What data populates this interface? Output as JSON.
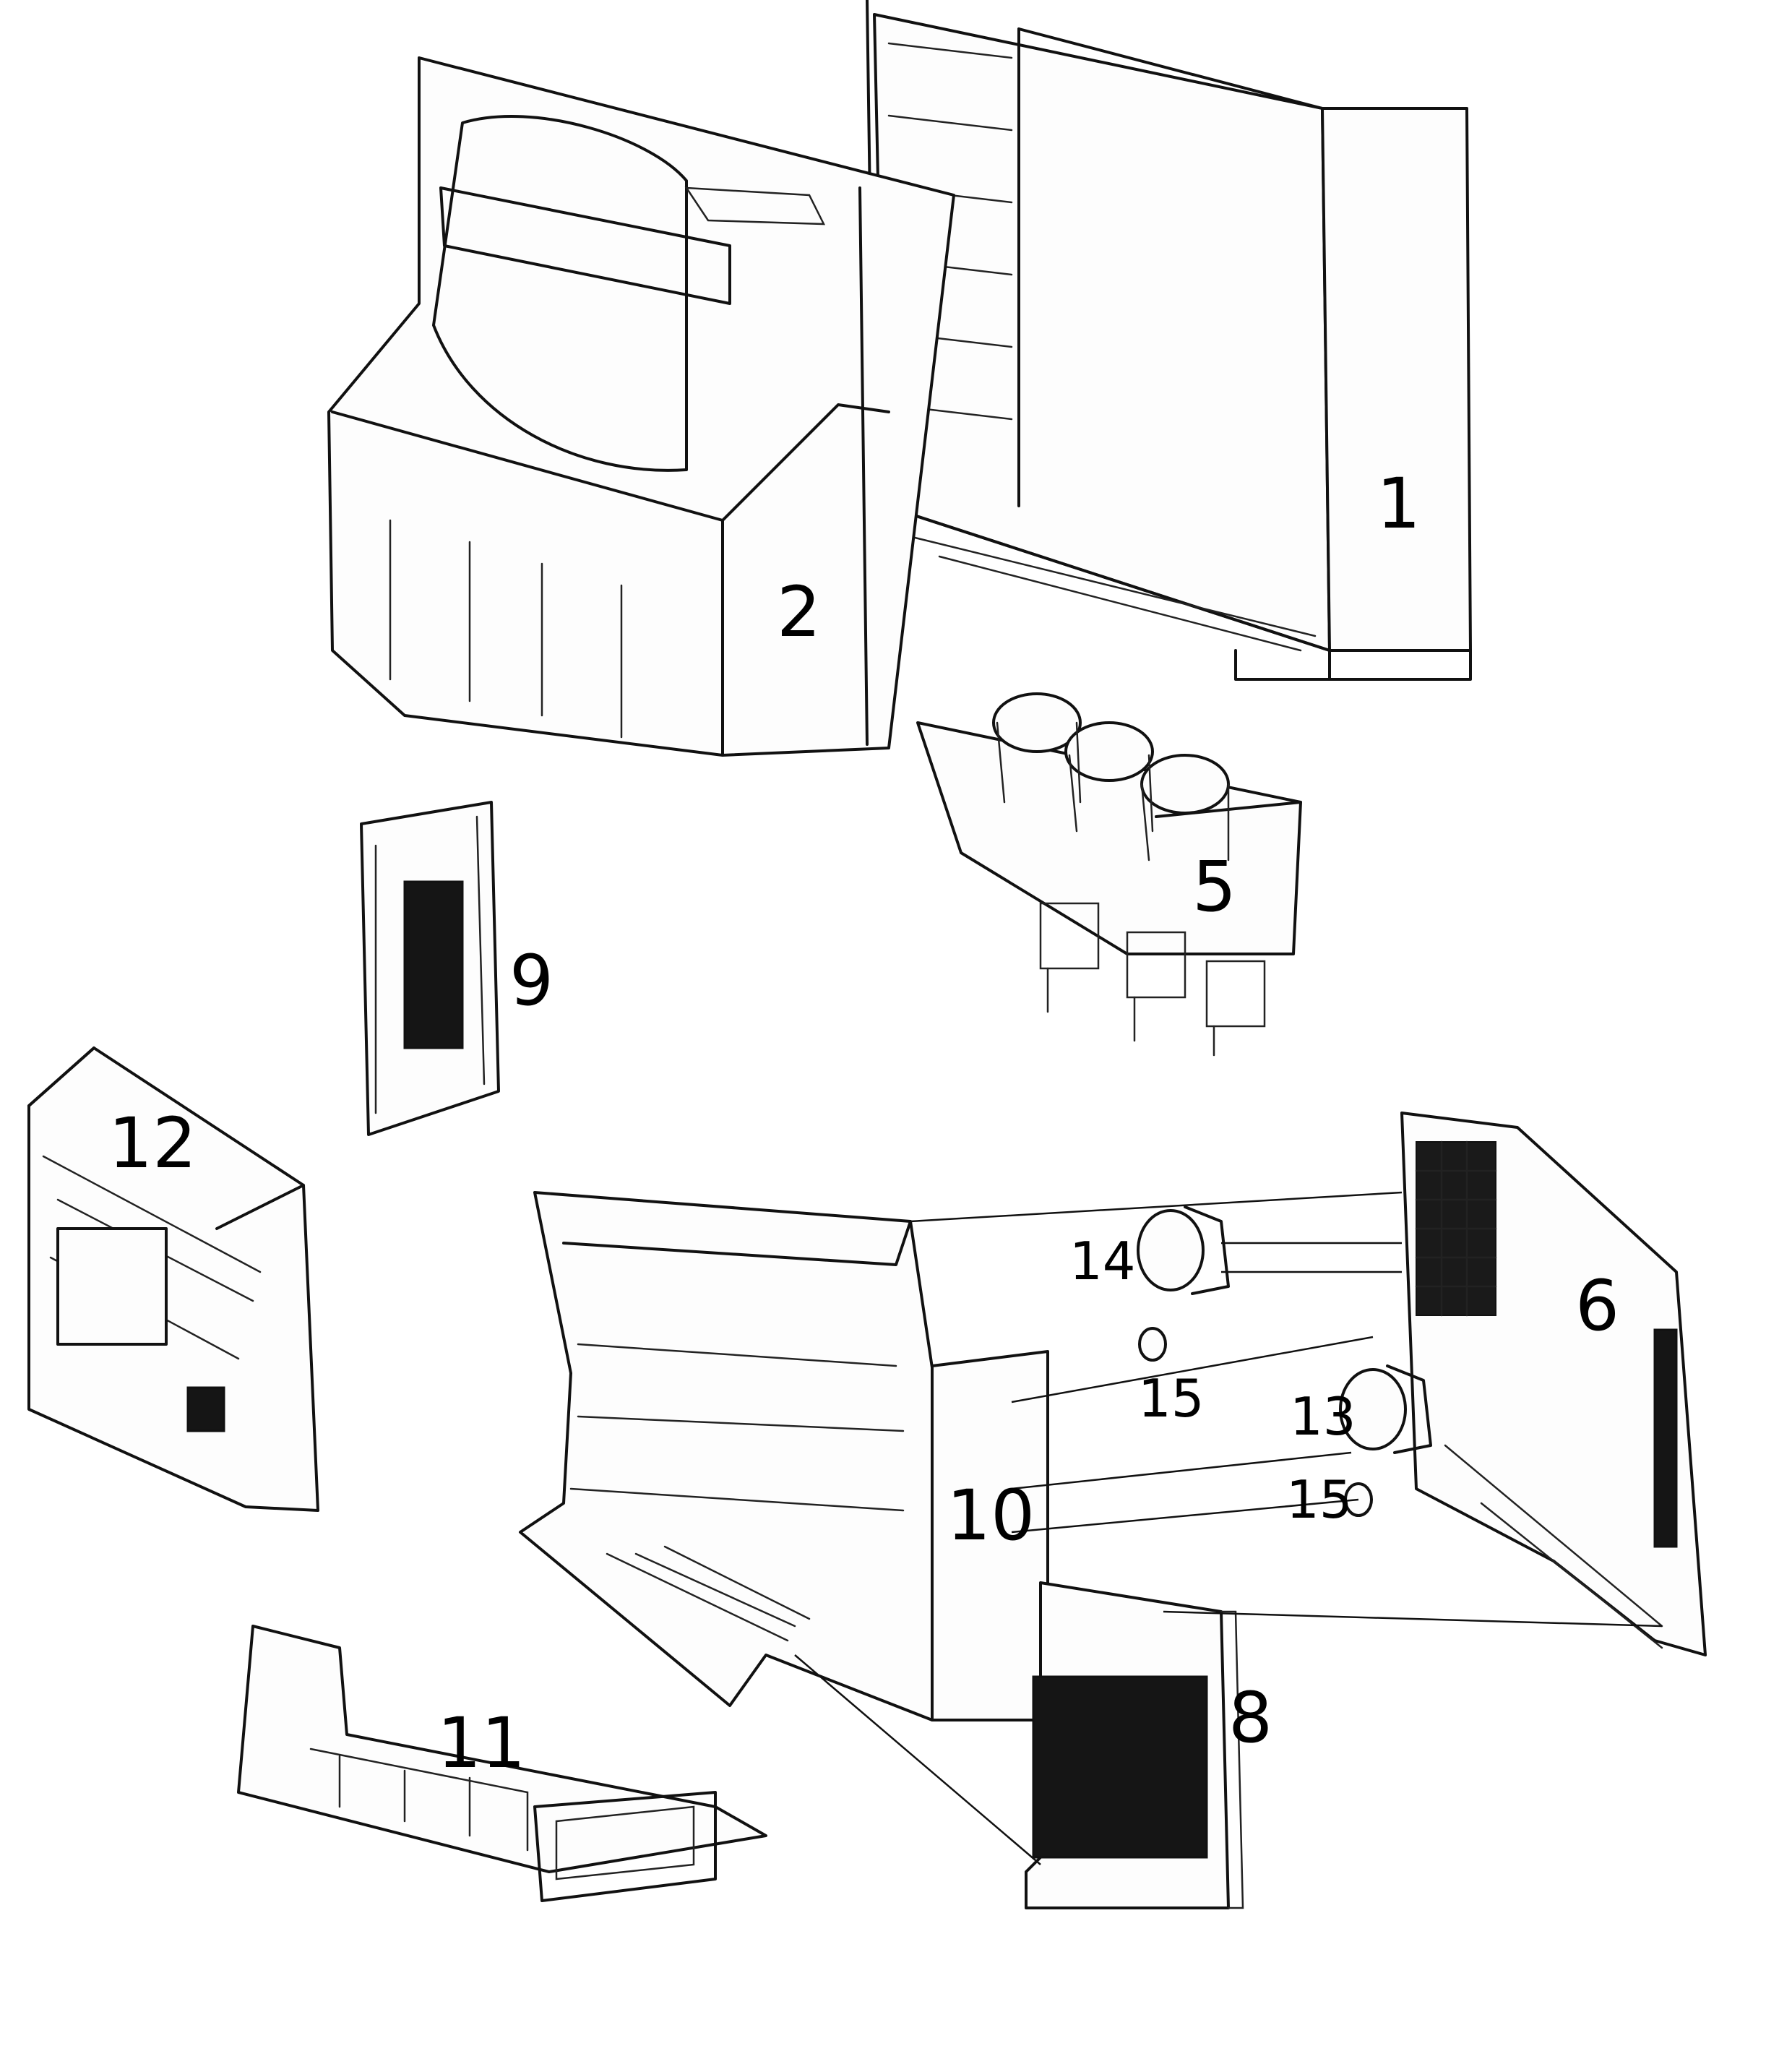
{
  "diagram": {
    "callouts": [
      {
        "id": "part-1",
        "label": "1"
      },
      {
        "id": "part-2",
        "label": "2"
      },
      {
        "id": "part-5",
        "label": "5"
      },
      {
        "id": "part-6",
        "label": "6"
      },
      {
        "id": "part-8",
        "label": "8"
      },
      {
        "id": "part-9",
        "label": "9"
      },
      {
        "id": "part-10",
        "label": "10"
      },
      {
        "id": "part-11",
        "label": "11"
      },
      {
        "id": "part-12",
        "label": "12"
      },
      {
        "id": "part-13",
        "label": "13"
      },
      {
        "id": "part-14",
        "label": "14"
      },
      {
        "id": "part-15a",
        "label": "15"
      },
      {
        "id": "part-15b",
        "label": "15"
      }
    ],
    "colors": {
      "ink": "#111111",
      "paper": "#ffffff"
    }
  }
}
